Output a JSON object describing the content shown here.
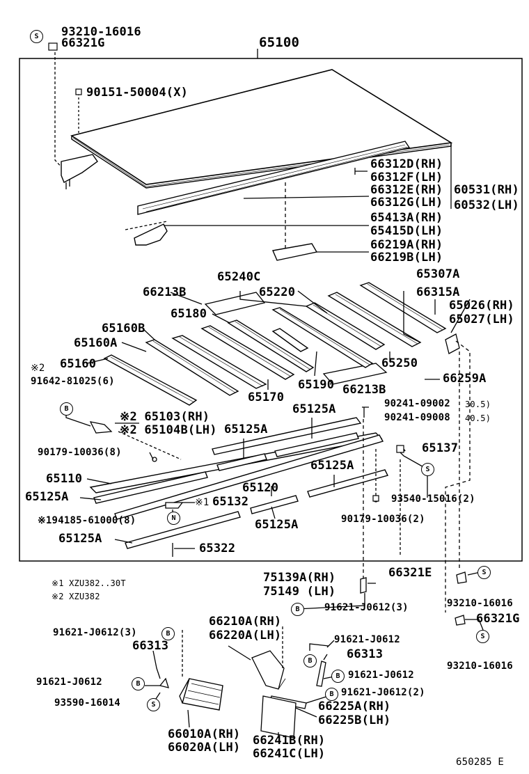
{
  "diagram_code": "650285 E",
  "top_labels": {
    "main_assembly": "65100",
    "screw_s": "93210-16016",
    "clip": "66321G",
    "bolt_x": "90151-50004(X)"
  },
  "right_column_labels": [
    "66312D(RH)",
    "66312F(LH)",
    "66312E(RH)",
    "66312G(LH)",
    "60531(RH)",
    "60532(LH)",
    "65413A(RH)",
    "65415D(LH)",
    "66219A(RH)",
    "66219B(LH)",
    "65307A",
    "66315A",
    "65026(RH)",
    "65027(LH)"
  ],
  "floor_labels": [
    "66213B",
    "65240C",
    "65220",
    "65180",
    "65160B",
    "65160A",
    "65160",
    "65170",
    "65190",
    "65250",
    "66213B",
    "66259A"
  ],
  "mid_labels": {
    "note2_mark": "※2",
    "clip_qty": "91642-81025(6)",
    "bracket_rh": "※2 65103(RH)",
    "bracket_lh": "※2 65104B(LH)",
    "sill_a1": "65125A",
    "sill_a2": "65125A",
    "sill_a3": "65125A",
    "sill_a4": "65125A",
    "sill_a5": "65125A",
    "sill_a6": "65125A",
    "screw_a": "90241-09002",
    "screw_a_len": "30.5)",
    "screw_b": "90241-09008",
    "screw_b_len": "40.5)",
    "nut_qty": "90179-10036(8)",
    "cross": "65110",
    "rail": "65120",
    "block": "65132",
    "block_prefix": "※1",
    "nut_n": "※194185-61000(8)",
    "part_137": "65137",
    "screw_qty": "93540-15016(2)",
    "nut_qty2": "90179-10036(2)",
    "bolt_322": "65322"
  },
  "lower_labels": {
    "note1": "※1 XZU382..30T",
    "note2": "※2 XZU382",
    "hinge_rh": "75139A(RH)",
    "hinge_lh": "75149  (LH)",
    "hinge_screw": "91621-J0612(3)",
    "clip_e": "66321E",
    "screw_r1": "93210-16016",
    "clip_g": "66321G",
    "screw_r2": "93210-16016",
    "bracket_rh": "66210A(RH)",
    "bracket_lh": "66220A(LH)",
    "screw_c": "91621-J0612",
    "part_66313_r": "66313",
    "screw_d": "91621-J0612",
    "screw_e": "91621-J0612(2)",
    "pad_rh": "66225A(RH)",
    "pad_lh": "66225B(LH)",
    "plate_rh": "66241B(RH)",
    "plate_lh": "66241C(LH)",
    "screw_f": "91621-J0612(3)",
    "part_66313_l": "66313",
    "screw_g": "91621-J0612",
    "screw_h": "93590-16014",
    "cover_rh": "66010A(RH)",
    "cover_lh": "66020A(LH)"
  },
  "circle_letters": {
    "s": "S",
    "b": "B",
    "n": "N"
  }
}
